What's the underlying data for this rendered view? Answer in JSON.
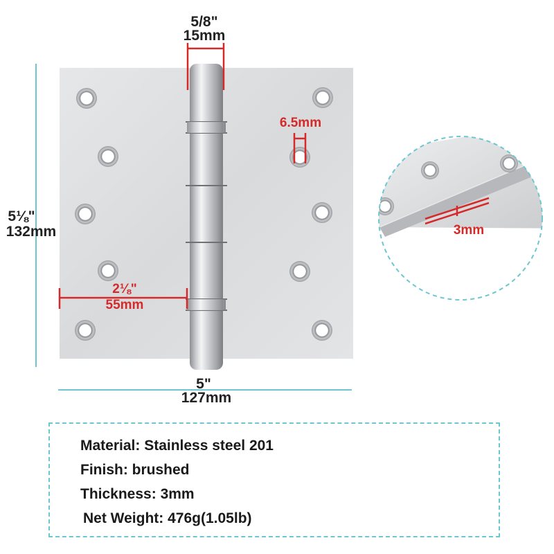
{
  "dimensions": {
    "pin_width_in": "5/8\"",
    "pin_width_mm": "15mm",
    "hole_diameter": "6.5mm",
    "height_in": "5⅛\"",
    "height_mm": "132mm",
    "leaf_width_in": "2⅛\"",
    "leaf_width_mm": "55mm",
    "total_width_in": "5\"",
    "total_width_mm": "127mm",
    "thickness": "3mm"
  },
  "specs": [
    {
      "label": "Material:",
      "value": "Stainless steel 201"
    },
    {
      "label": "Finish:",
      "value": "brushed"
    },
    {
      "label": "Thickness:",
      "value": "3mm"
    },
    {
      "label": "Net Weight:",
      "value": "476g(1.05lb)"
    }
  ],
  "colors": {
    "dimension_red": "#d42a2a",
    "guide_cyan": "#6cc7cf",
    "steel": "#dedfe1"
  }
}
